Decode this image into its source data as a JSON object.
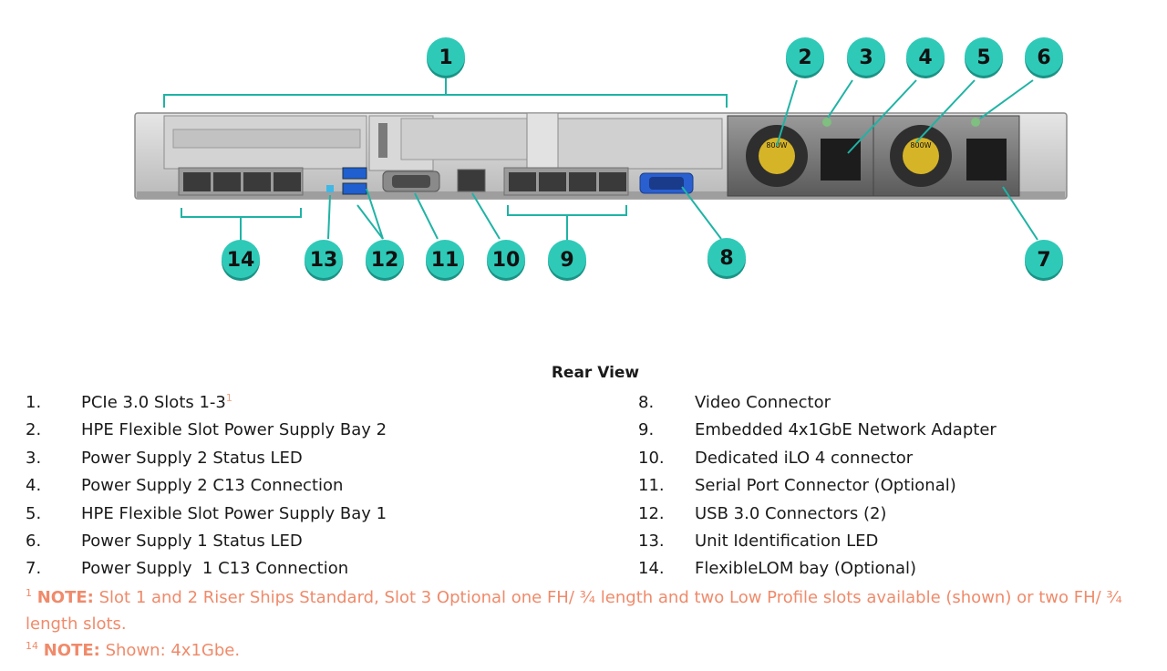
{
  "colors": {
    "callout_fill": "#2fc9b8",
    "callout_shadow": "#1a9486",
    "leader": "#1fb3a5",
    "note": "#f08a6a"
  },
  "callouts": [
    "1",
    "2",
    "3",
    "4",
    "5",
    "6",
    "7",
    "8",
    "9",
    "10",
    "11",
    "12",
    "13",
    "14"
  ],
  "hardware": {
    "psu_label": "800W"
  },
  "title": "Rear View",
  "left_list": [
    {
      "num": "1.",
      "text": "PCIe 3.0 Slots 1-3",
      "sup": "1"
    },
    {
      "num": "2.",
      "text": "HPE Flexible Slot Power Supply Bay 2"
    },
    {
      "num": "3.",
      "text": "Power Supply 2 Status LED"
    },
    {
      "num": "4.",
      "text": "Power Supply 2 C13 Connection"
    },
    {
      "num": "5.",
      "text": "HPE Flexible Slot Power Supply Bay 1"
    },
    {
      "num": "6.",
      "text": "Power Supply 1 Status LED"
    },
    {
      "num": "7.",
      "text": "Power Supply  1 C13 Connection"
    }
  ],
  "right_list": [
    {
      "num": "8.",
      "text": "Video Connector"
    },
    {
      "num": "9.",
      "text": "Embedded 4x1GbE Network Adapter"
    },
    {
      "num": "10.",
      "text": "Dedicated iLO 4 connector"
    },
    {
      "num": "11.",
      "text": "Serial Port Connector (Optional)"
    },
    {
      "num": "12.",
      "text": "USB 3.0 Connectors (2)"
    },
    {
      "num": "13.",
      "text": "Unit Identification LED"
    },
    {
      "num": "14.",
      "text": "FlexibleLOM bay (Optional)"
    }
  ],
  "notes": [
    {
      "sup": "1",
      "label": "NOTE:",
      "text": " Slot 1 and 2 Riser Ships Standard, Slot 3 Optional one FH/ ¾ length and two Low Profile slots available (shown) or two FH/ ¾ length slots."
    },
    {
      "sup": "14",
      "label": "NOTE:",
      "text": " Shown: 4x1Gbe."
    }
  ]
}
